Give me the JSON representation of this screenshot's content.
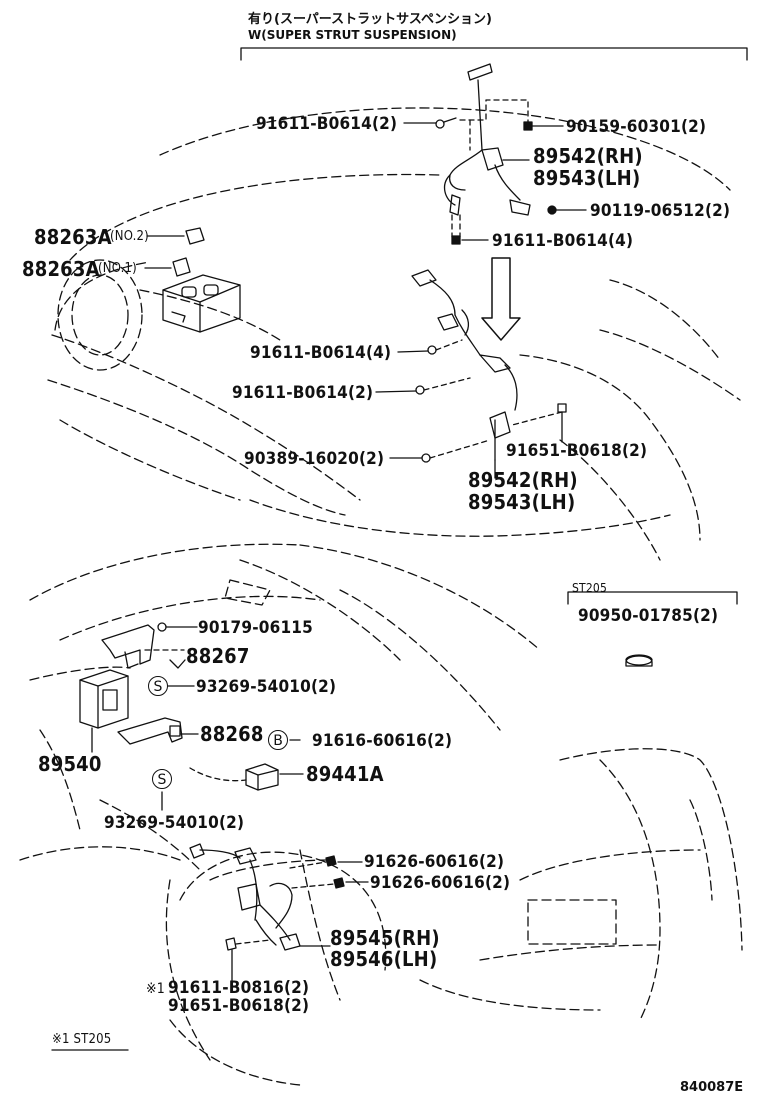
{
  "header": {
    "option_jp": "有り(スーパーストラットサスペンション)",
    "option_en": "W(SUPER STRUT SUSPENSION)"
  },
  "st205_box": {
    "title": "ST205",
    "part": "90950-01785(2)"
  },
  "footnote": "※1 ST205",
  "ref_code": "840087E",
  "circle_marks": {
    "s1": "S",
    "s2": "S",
    "b": "B"
  },
  "parts": {
    "p91611_b0614_2_top": "91611-B0614(2)",
    "p90159_60301": "90159-60301(2)",
    "p89542_rh_top": "89542(RH)",
    "p89543_lh_top": "89543(LH)",
    "p90119_06512": "90119-06512(2)",
    "p91611_b0614_4_top": "91611-B0614(4)",
    "p88263a_no2": "88263A",
    "p88263a_no2_tag": "(NO.2)",
    "p88263a_no1": "88263A",
    "p88263a_no1_tag": "(NO.1)",
    "p91611_b0614_4_mid": "91611-B0614(4)",
    "p91611_b0614_2_mid": "91611-B0614(2)",
    "p90389_16020": "90389-16020(2)",
    "p91651_b0618_mid": "91651-B0618(2)",
    "p89542_rh_mid": "89542(RH)",
    "p89543_lh_mid": "89543(LH)",
    "p90179_06115": "90179-06115",
    "p88267": "88267",
    "p93269_54010_a": "93269-54010(2)",
    "p88268": "88268",
    "p91616_60616": "91616-60616(2)",
    "p89540": "89540",
    "p89441a": "89441A",
    "p93269_54010_b": "93269-54010(2)",
    "p91626_60616_a": "91626-60616(2)",
    "p91626_60616_b": "91626-60616(2)",
    "p89545_rh": "89545(RH)",
    "p89546_lh": "89546(LH)",
    "p91611_b0816": "91611-B0816(2)",
    "p91611_b0816_mark": "※1",
    "p91651_b0618_low": "91651-B0618(2)"
  }
}
